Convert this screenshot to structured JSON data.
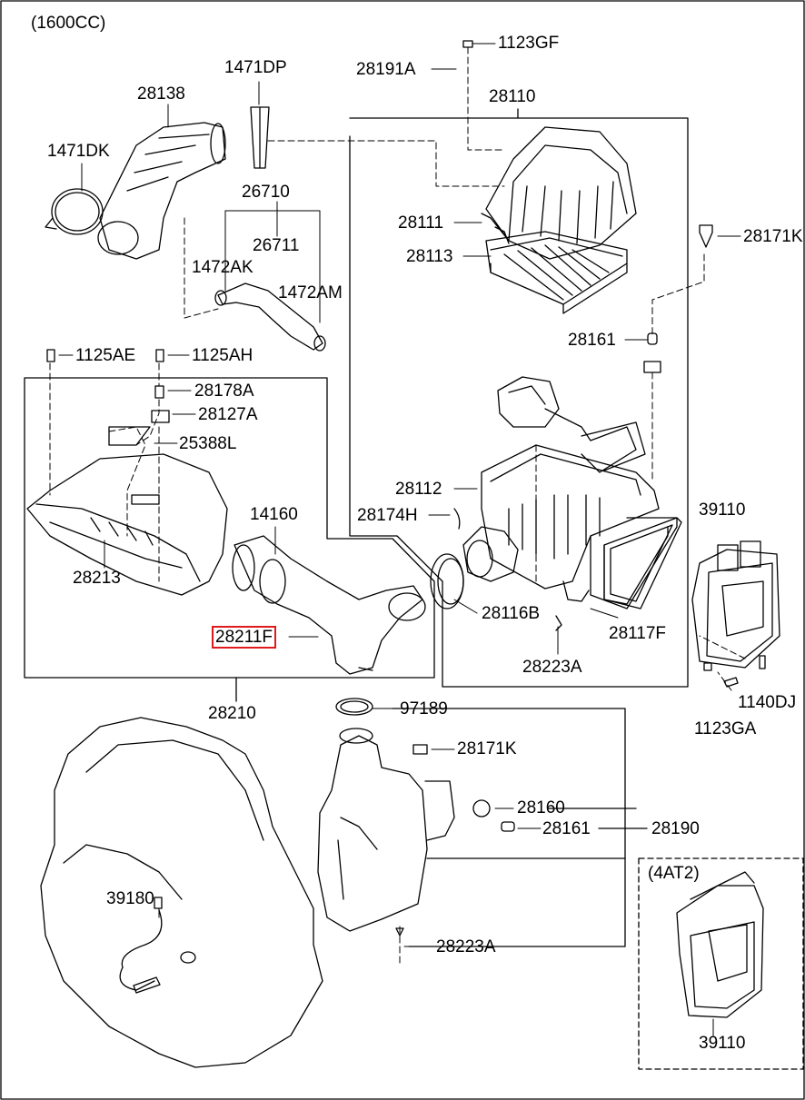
{
  "diagram": {
    "engine_label": "(1600CC)",
    "variant_label": "(4AT2)",
    "highlight_color": "#e0191d",
    "parts": {
      "p1123GF": "1123GF",
      "p28191A": "28191A",
      "p1471DP": "1471DP",
      "p28138": "28138",
      "p28110": "28110",
      "p1471DK": "1471DK",
      "p26710": "26710",
      "p28111": "28111",
      "p28171K_top": "28171K",
      "p26711": "26711",
      "p1472AK": "1472AK",
      "p28113": "28113",
      "p1472AM": "1472AM",
      "p28161_top": "28161",
      "p1125AE": "1125AE",
      "p1125AH": "1125AH",
      "p28178A": "28178A",
      "p28127A": "28127A",
      "p25388L": "25388L",
      "p28112": "28112",
      "p39110_top": "39110",
      "p28174H": "28174H",
      "p14160": "14160",
      "p28213": "28213",
      "p28116B": "28116B",
      "p28117F": "28117F",
      "p28211F": "28211F",
      "p28223A_top": "28223A",
      "p28210": "28210",
      "p1140DJ": "1140DJ",
      "p1123GA": "1123GA",
      "p97189": "97189",
      "p28171K_bot": "28171K",
      "p28160": "28160",
      "p28161_bot": "28161",
      "p28190": "28190",
      "p39180": "39180",
      "p28223A_bot": "28223A",
      "p39110_bot": "39110"
    }
  }
}
